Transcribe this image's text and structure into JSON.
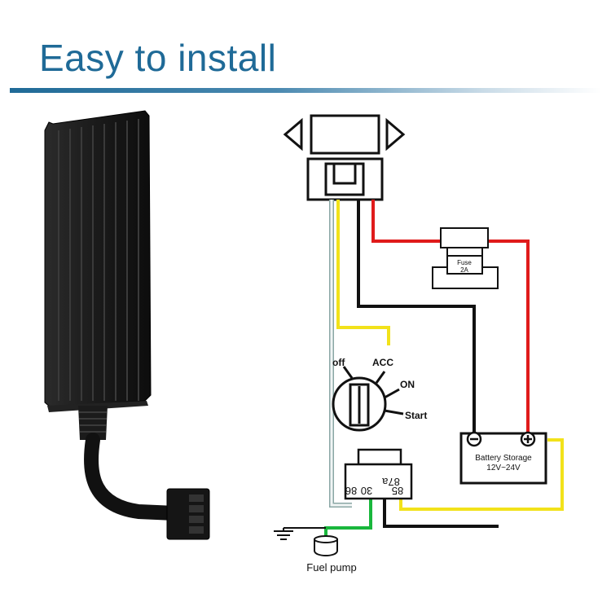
{
  "header": {
    "title": "Easy to install"
  },
  "diagram": {
    "fuse": {
      "line1": "Fuse",
      "line2": "2A"
    },
    "switch": {
      "off": "off",
      "acc": "ACC",
      "on": "ON",
      "start": "Start"
    },
    "battery": {
      "line1": "Battery Storage",
      "line2": "12V~24V",
      "neg_symbol": "⊖",
      "pos_symbol": "⊕"
    },
    "relay": {
      "pins": [
        "86",
        "30",
        "87a",
        "85"
      ]
    },
    "pump": {
      "label": "Fuel  pump"
    },
    "wire_colors": {
      "red": "#e01b1b",
      "black": "#111111",
      "yellow": "#f2e21a",
      "white": "#e8eef0",
      "green": "#19b73c"
    }
  }
}
